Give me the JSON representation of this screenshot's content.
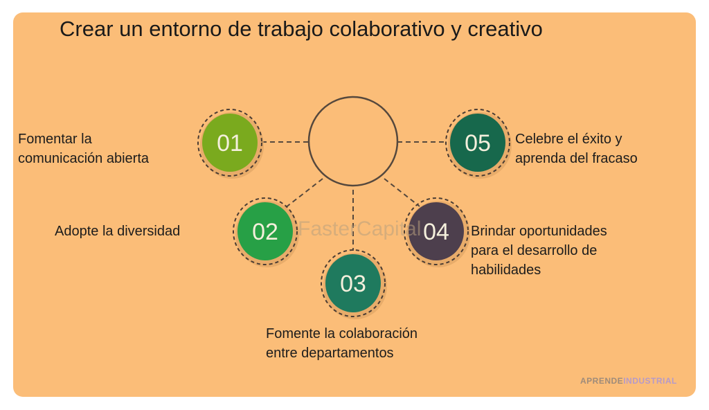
{
  "title": "Crear un entorno de trabajo colaborativo y creativo",
  "nodes": [
    {
      "number": "01",
      "text": [
        "Fomentar la",
        "comunicación abierta"
      ],
      "color": "#7aaa1e"
    },
    {
      "number": "02",
      "text": [
        "Adopte la diversidad"
      ],
      "color": "#27a046"
    },
    {
      "number": "03",
      "text": [
        "Fomente la colaboración",
        "entre departamentos"
      ],
      "color": "#1f7a5e"
    },
    {
      "number": "04",
      "text": [
        "Brindar oportunidades",
        "para el desarrollo de",
        "habilidades"
      ],
      "color": "#4d3f4d"
    },
    {
      "number": "05",
      "text": [
        "Celebre el éxito y",
        "aprenda del fracaso"
      ],
      "color": "#17684c"
    }
  ],
  "watermark": "FasterCapital",
  "brand": {
    "part1": "APRENDE",
    "part2": "INDUSTRIAL",
    "color1": "#9e8b7a",
    "color2": "#b59ac9"
  },
  "colors": {
    "background": "#fbbd78",
    "line": "#55483d",
    "number_text": "#f4efdc"
  }
}
